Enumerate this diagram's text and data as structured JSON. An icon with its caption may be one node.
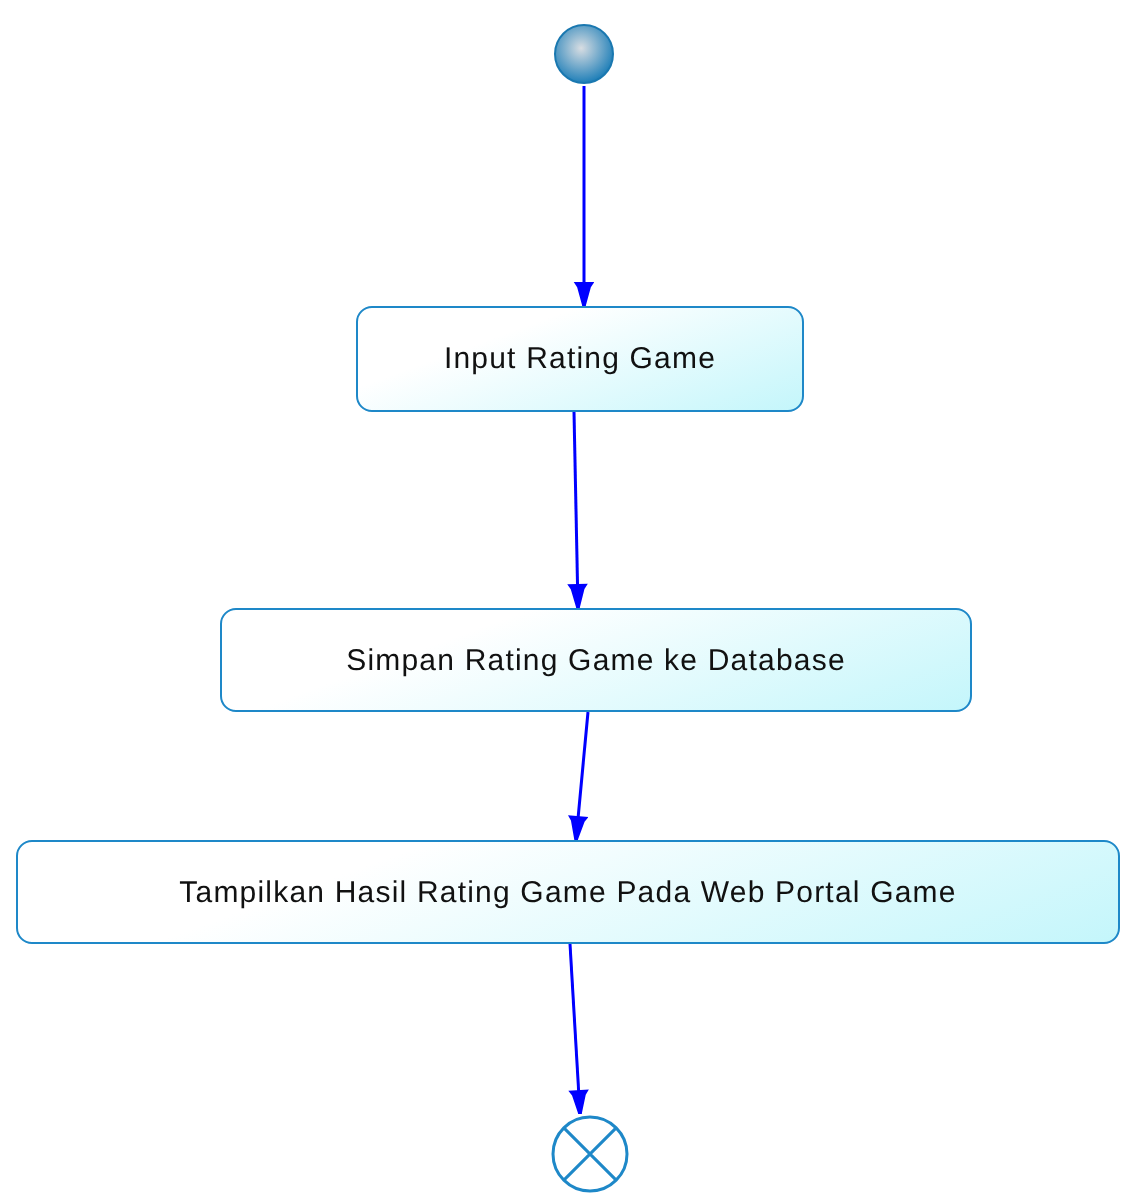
{
  "diagram": {
    "nodes": [
      {
        "text": [],
        "shape": "circle"
      },
      {
        "text": [
          "Input Rating Game"
        ]
      },
      {
        "text": [
          "Simpan Rating Game ke Database"
        ]
      },
      {
        "text": [
          "Tampilkan Hasil Rating Game Pada Web Portal Game"
        ]
      },
      {
        "text": [],
        "shape": "circle"
      }
    ],
    "edges": [
      {
        "from": 0,
        "to": 1,
        "arrow": "to"
      },
      {
        "from": 1,
        "to": 2,
        "arrow": "to"
      },
      {
        "from": 2,
        "to": 3,
        "arrow": "to"
      },
      {
        "from": 3,
        "to": 4,
        "arrow": "to"
      }
    ]
  }
}
